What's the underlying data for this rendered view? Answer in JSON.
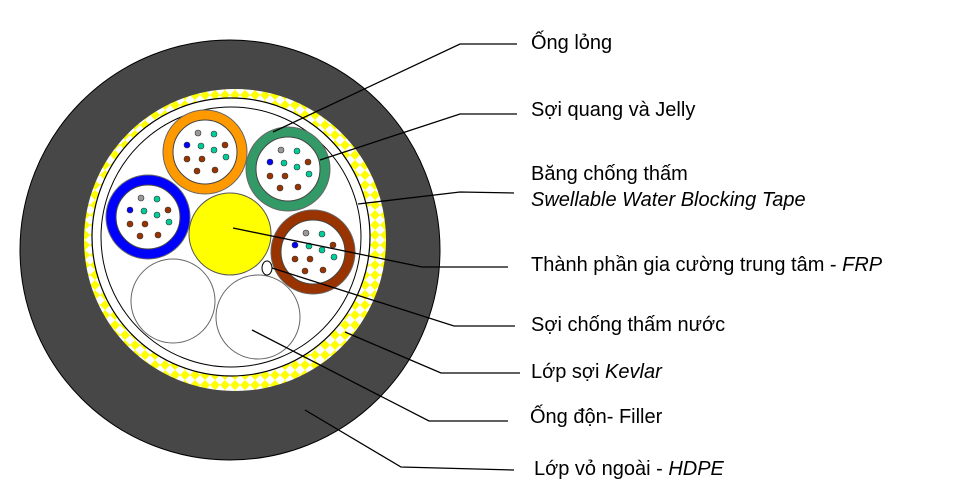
{
  "colors": {
    "jacket": "#474747",
    "water_tape": "#ffff00",
    "frp": "#ffff00",
    "tube_orange": "#ff9900",
    "tube_green": "#339966",
    "tube_blue": "#0000ff",
    "tube_brown": "#993300",
    "fiber_gray": "#999999",
    "fiber_teal": "#00cc99",
    "fiber_blue": "#0000ff",
    "fiber_brown": "#993300"
  },
  "labels": {
    "loose_tube": "Ống lỏng",
    "fiber_jelly": "Sợi quang và Jelly",
    "tape_vi": "Băng chống thấm",
    "tape_en": "Swellable Water Blocking Tape",
    "frp_vi": "Thành phần gia cường trung tâm - ",
    "frp_en": "FRP",
    "water_yarn": "Sợi chống thấm nước",
    "kevlar_vi": "Lớp sợi ",
    "kevlar_en": "Kevlar",
    "filler": "Ống độn- Filler",
    "sheath_vi": "Lớp vỏ ngoài - ",
    "sheath_en": "HDPE"
  }
}
